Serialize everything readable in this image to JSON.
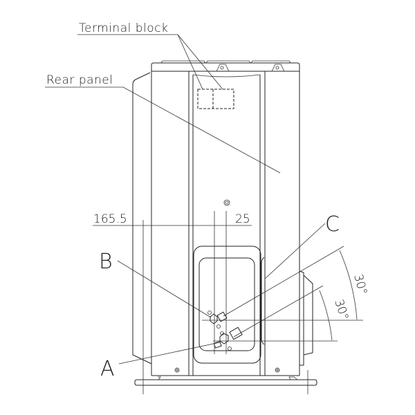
{
  "labels": {
    "terminal_block": "Terminal block",
    "rear_panel": "Rear panel",
    "a": "A",
    "b": "B",
    "c": "C"
  },
  "dimensions": {
    "left_offset": "165.5",
    "spacing": "25",
    "angle_upper": "30°",
    "angle_lower": "30°"
  },
  "colors": {
    "line": "#222222",
    "background": "#ffffff"
  }
}
